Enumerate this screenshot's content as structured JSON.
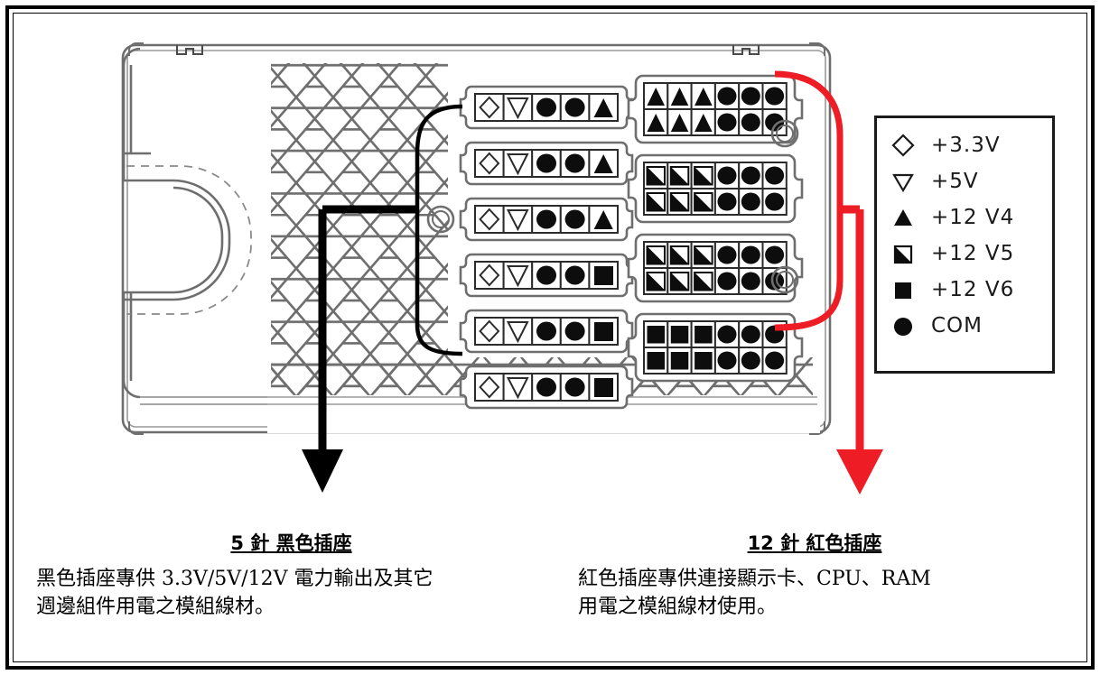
{
  "diagram": {
    "title": "PSU modular connector panel",
    "colors": {
      "black": "#000000",
      "red": "#ee1c24",
      "case_outline": "#6b6b6b",
      "legend_border": "#1a1a1a"
    },
    "legend": {
      "name": "connector pin legend",
      "rows": [
        {
          "symbol": "diamond-outline",
          "label": "+3.3V"
        },
        {
          "symbol": "triangle-down-outline",
          "label": "+5V"
        },
        {
          "symbol": "triangle-up-filled",
          "label": "+12 V4"
        },
        {
          "symbol": "square-half-filled",
          "label": "+12 V5"
        },
        {
          "symbol": "square-filled",
          "label": "+12 V6"
        },
        {
          "symbol": "circle-filled",
          "label": "COM"
        }
      ]
    },
    "connectors_5pin": {
      "label": "5-pin black sockets",
      "count": 6,
      "pin_layout": [
        [
          "diamond-outline",
          "triangle-down-outline",
          "circle-filled",
          "circle-filled",
          "triangle-up-filled"
        ],
        [
          "diamond-outline",
          "triangle-down-outline",
          "circle-filled",
          "circle-filled",
          "triangle-up-filled"
        ],
        [
          "diamond-outline",
          "triangle-down-outline",
          "circle-filled",
          "circle-filled",
          "triangle-up-filled"
        ],
        [
          "diamond-outline",
          "triangle-down-outline",
          "circle-filled",
          "circle-filled",
          "square-filled"
        ],
        [
          "diamond-outline",
          "triangle-down-outline",
          "circle-filled",
          "circle-filled",
          "square-filled"
        ],
        [
          "diamond-outline",
          "triangle-down-outline",
          "circle-filled",
          "circle-filled",
          "square-filled"
        ]
      ]
    },
    "connectors_12pin": {
      "label": "12-pin red sockets",
      "count": 4,
      "pin_layout": [
        [
          "triangle-up-filled",
          "triangle-up-filled",
          "triangle-up-filled",
          "circle-filled",
          "circle-filled",
          "circle-filled"
        ],
        [
          "square-half-filled",
          "square-half-filled",
          "square-half-filled",
          "circle-filled",
          "circle-filled",
          "circle-filled"
        ],
        [
          "square-half-filled",
          "square-half-filled",
          "square-half-filled",
          "circle-filled",
          "circle-filled",
          "circle-filled"
        ],
        [
          "square-filled",
          "square-filled",
          "square-filled",
          "circle-filled",
          "circle-filled",
          "circle-filled"
        ]
      ]
    },
    "callouts": {
      "left": {
        "title": "5 針  黑色插座",
        "line1": "黑色插座專供 3.3V/5V/12V 電力輸出及其它",
        "line2": "週邊組件用電之模組線材。",
        "leader_color": "#000000"
      },
      "right": {
        "title": "12 針  紅色插座",
        "line1": "紅色插座專供連接顯示卡、CPU、RAM",
        "line2": "用電之模組線材使用。",
        "leader_color": "#ee1c24"
      }
    }
  }
}
